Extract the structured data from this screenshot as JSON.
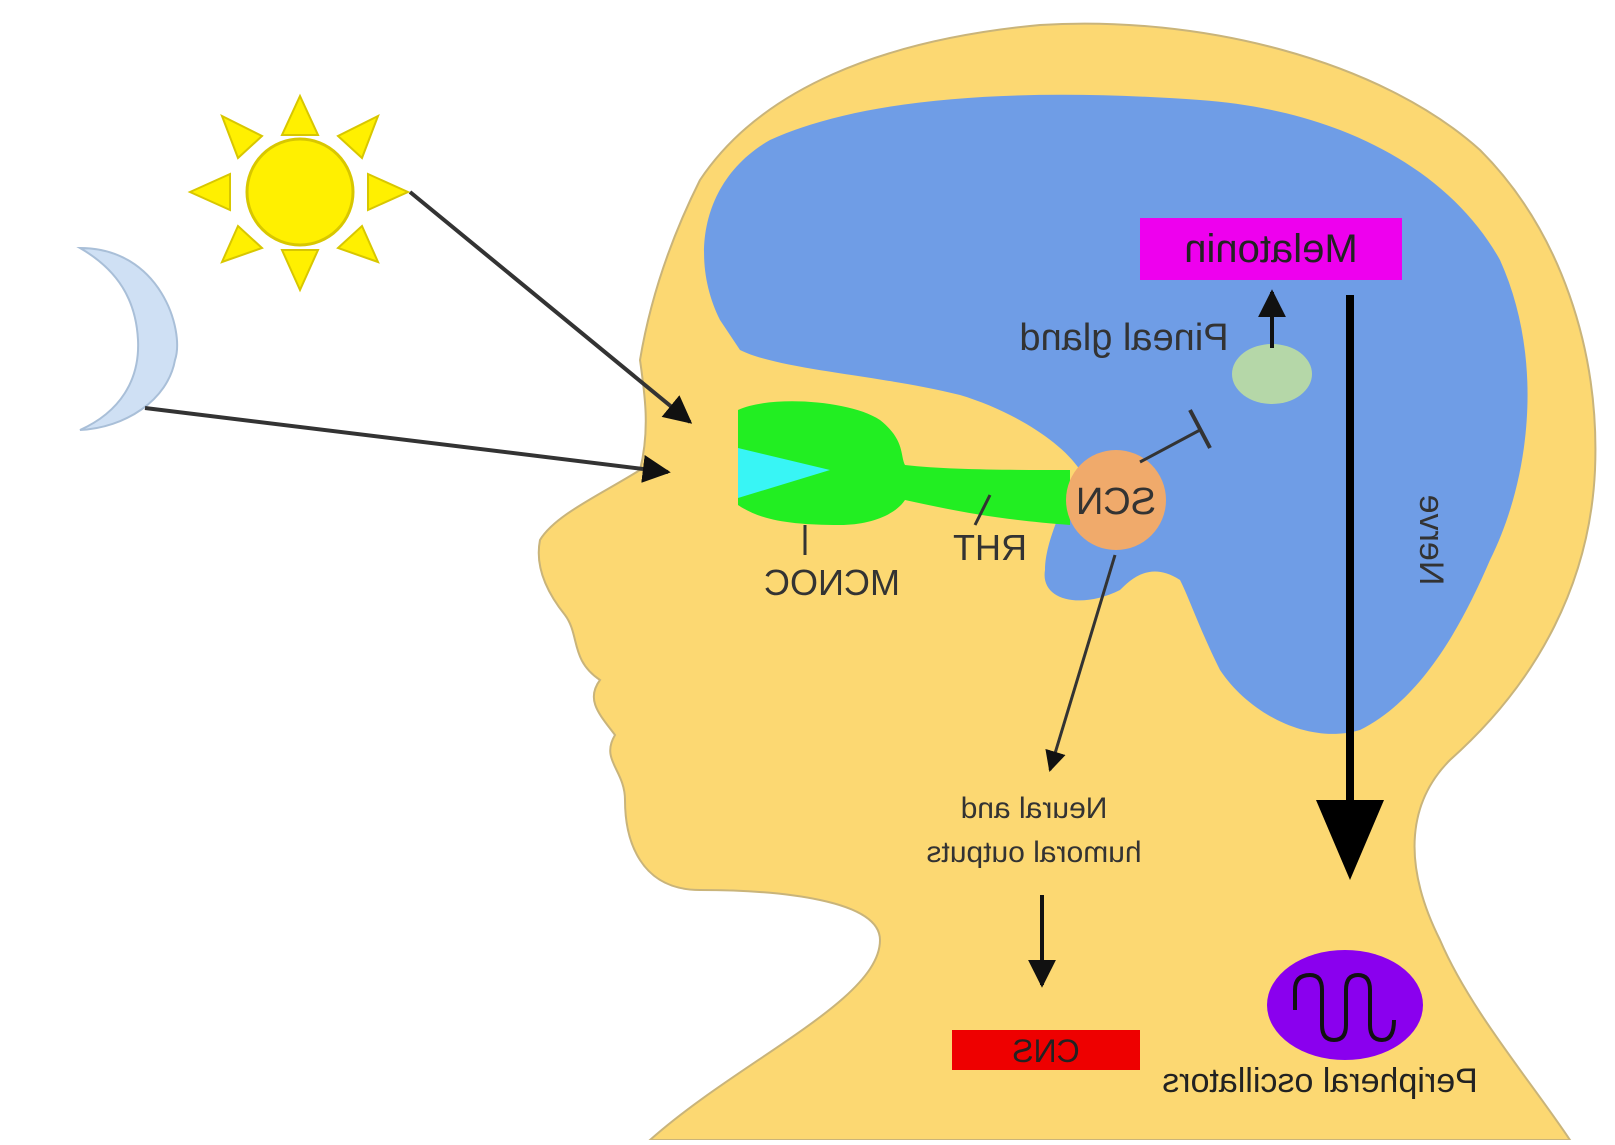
{
  "labels": {
    "melatonin": "Melatonin",
    "pineal_gland": "Pineal gland",
    "scn": "SCN",
    "rht": "RHT",
    "mcnoc": "MCNOC",
    "neural_outputs_line1": "Neural and",
    "neural_outputs_line2": "humoral outputs",
    "cns": "CNS",
    "peripheral_oscillators": "Peripheral oscillators",
    "nerve_tract": "Nerve"
  },
  "colors": {
    "head": "#fcd872",
    "brain": "#6f9de6",
    "eye_tract": "#22ee22",
    "retina": "#38f5f5",
    "scn": "#f0aa6b",
    "pineal": "#b5d7a8",
    "melatonin_box": "#ee00ee",
    "cns_box": "#ee0000",
    "oscillator": "#8a00ee",
    "sun": "#fff000",
    "moon": "#cfe0f4",
    "arrow": "#111111"
  },
  "icons": [
    "sun-icon",
    "moon-icon"
  ],
  "note": ""
}
